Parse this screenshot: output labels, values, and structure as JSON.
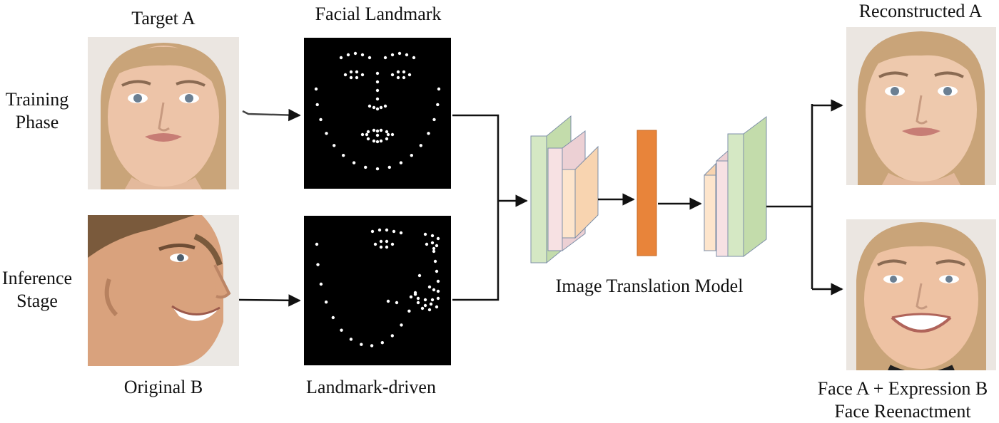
{
  "labels": {
    "target_a": "Target A",
    "facial_landmark": "Facial Landmark",
    "reconstructed_a": "Reconstructed A",
    "training_phase": [
      "Training",
      "Phase"
    ],
    "inference_stage": [
      "Inference",
      "Stage"
    ],
    "original_b": "Original B",
    "landmark_driven": "Landmark-driven",
    "model": "Image Translation Model",
    "face_expr": "Face A + Expression B",
    "face_reenactment": "Face Reenactment"
  },
  "images": {
    "target_a": "neutral female face photo",
    "original_b": "smiling male face profile photo",
    "reconstructed_a": "neutral female face photo",
    "reenacted": "smiling female face photo"
  },
  "colors": {
    "green": "#d5e8c4",
    "pink": "#f7e1e3",
    "peach": "#fde5cc",
    "orange": "#e8843a",
    "arrow": "#111111"
  }
}
